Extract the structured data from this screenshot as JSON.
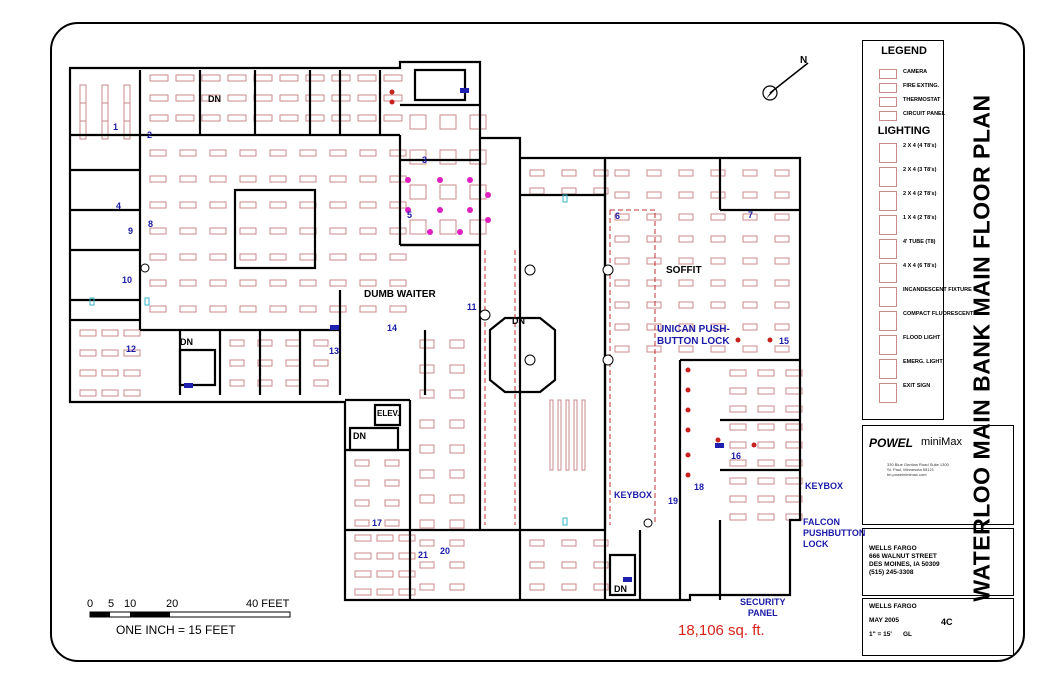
{
  "rooms": {
    "numbers": [
      "1",
      "2",
      "3",
      "4",
      "5",
      "6",
      "7",
      "8",
      "9",
      "10",
      "11",
      "12",
      "13",
      "14",
      "15",
      "16",
      "17",
      "18",
      "19",
      "20",
      "21"
    ],
    "dn_label": "DN",
    "elev_label": "ELEV."
  },
  "callouts": {
    "dumb_waiter": "DUMB WAITER",
    "soffit": "SOFFIT",
    "unican_lock": "UNICAN PUSH-\nBUTTON LOCK",
    "keybox_left": "KEYBOX",
    "keybox_right": "KEYBOX",
    "falcon_lock": "FALCON\nPUSHBUTTON\nLOCK",
    "security_panel": "SECURITY\nPANEL"
  },
  "scale": {
    "ticks": [
      "0",
      "5",
      "10",
      "20",
      "40 FEET"
    ],
    "note": "ONE INCH = 15 FEET"
  },
  "area": {
    "text": "18,106 sq. ft.",
    "color": "#d9241c"
  },
  "legend": {
    "title": "LEGEND",
    "items": [
      {
        "icon": "camera-icon",
        "label": "CAMERA"
      },
      {
        "icon": "fire-extinguisher-icon",
        "label": "FIRE EXTING."
      },
      {
        "icon": "thermostat-icon",
        "label": "THERMOSTAT"
      },
      {
        "icon": "circuit-panel-icon",
        "label": "CIRCUIT PANEL"
      }
    ],
    "lighting_title": "LIGHTING",
    "lighting_items": [
      {
        "icon": "fixture-2x4-4t8-icon",
        "label": "2 X 4 (4 T8's)"
      },
      {
        "icon": "fixture-2x4-3t8-icon",
        "label": "2 X 4 (3 T8's)"
      },
      {
        "icon": "fixture-2x4-2t8-icon",
        "label": "2 X 4 (2 T8's)"
      },
      {
        "icon": "fixture-1x4-2t8-icon",
        "label": "1 X 4 (2 T8's)"
      },
      {
        "icon": "tube-4ft-icon",
        "label": "4' TUBE (T8)"
      },
      {
        "icon": "fixture-4x4-6t8-icon",
        "label": "4 X 4 (6 T8's)"
      },
      {
        "icon": "incandescent-icon",
        "label": "INCANDESCENT FIXTURE"
      },
      {
        "icon": "compact-fluorescent-icon",
        "label": "COMPACT FLUORESCENT"
      },
      {
        "icon": "flood-light-icon",
        "label": "FLOOD LIGHT"
      },
      {
        "icon": "emergency-light-icon",
        "label": "EMERG. LIGHT"
      },
      {
        "icon": "exit-sign-icon",
        "label": "EXIT SIGN"
      }
    ]
  },
  "title": "WATERLOO MAIN BANK MAIN FLOOR PLAN",
  "logo": {
    "brand": "POWEL",
    "product": "miniMax"
  },
  "company_address": [
    "330 Blue Gentian Road Suite 1300",
    "St. Paul, Minnesota 55121",
    "tm.powelminimax.com"
  ],
  "client": {
    "name": "WELLS FARGO",
    "street": "666 WALNUT STREET",
    "city": "DES MOINES, IA 50309",
    "phone": "(515) 245-3308"
  },
  "info": {
    "client": "WELLS FARGO",
    "date": "MAY 2005",
    "scale": "1\" = 15'",
    "drawn_by": "GL",
    "sheet": "4C"
  },
  "colors": {
    "fixture": "#c98a8a",
    "wall": "#000000",
    "flood": "#e01fc2",
    "compact": "#c8201c",
    "emerg": "#2020b0",
    "exit": "#36b6c6",
    "label_blue": "#1a1aa8"
  }
}
